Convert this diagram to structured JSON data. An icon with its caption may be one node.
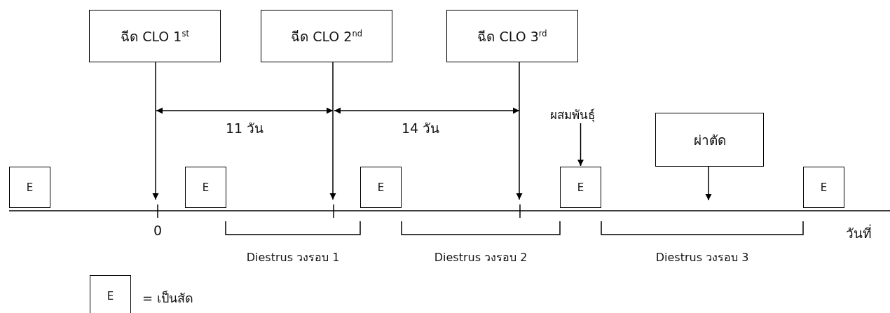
{
  "diagram": {
    "nodes": [
      {
        "text": [
          "ฉีด CLO 1$^{st}$"
        ]
      },
      {
        "text": [
          "ฉีด CLO 2$^{nd}$"
        ]
      },
      {
        "text": [
          "ฉีด CLO 3$^{rd}$"
        ]
      },
      {
        "text": [
          "ผสมพันธุ์"
        ]
      },
      {
        "text": [
          "ผ่าตัด"
        ]
      },
      {
        "text": [
          "E"
        ]
      },
      {
        "text": [
          "E"
        ]
      },
      {
        "text": [
          "E"
        ]
      },
      {
        "text": [
          "E"
        ]
      },
      {
        "text": [
          "E"
        ]
      },
      {
        "text": [
          "E"
        ],
        "beside": [
          "= เป็นสัด"
        ]
      }
    ],
    "edges": [
      {
        "from": 0,
        "to": null,
        "arrow": "to"
      },
      {
        "from": 1,
        "to": null,
        "arrow": "to"
      },
      {
        "from": 2,
        "to": null,
        "arrow": "to"
      },
      {
        "from": 3,
        "to": 8,
        "arrow": "to"
      },
      {
        "from": 4,
        "to": null,
        "arrow": "to"
      }
    ],
    "labels": [
      "11 วัน",
      "14 วัน",
      "0",
      "วันที่",
      "Diestrus วงรอบ 1",
      "Diestrus วงรอบ 2",
      "Diestrus วงรอบ 3"
    ]
  }
}
